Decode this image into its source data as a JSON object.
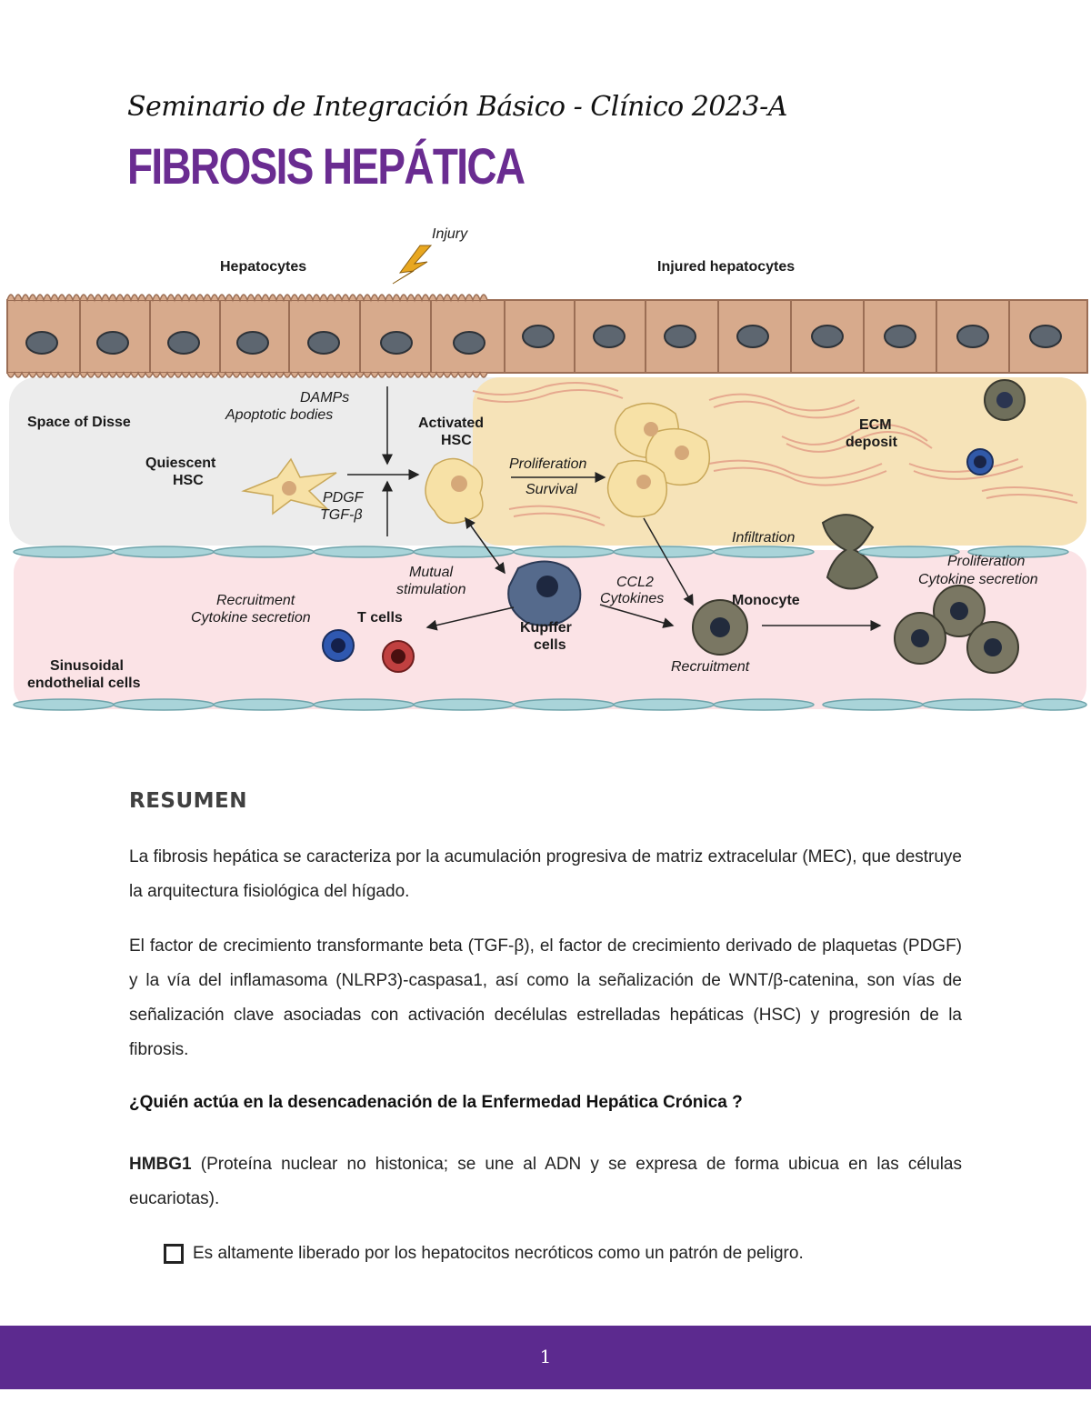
{
  "header": {
    "subtitle": "Seminario de Integración Básico - Clínico 2023-A",
    "title": "FIBROSIS HEPÁTICA"
  },
  "figure": {
    "injury": "Injury",
    "hepatocytes": "Hepatocytes",
    "injured_hepatocytes": "Injured hepatocytes",
    "space_of_disse": "Space of Disse",
    "damps": "DAMPs",
    "apoptotic_bodies": "Apoptotic bodies",
    "activated_hsc_1": "Activated",
    "activated_hsc_2": "HSC",
    "quiescent_hsc_1": "Quiescent",
    "quiescent_hsc_2": "HSC",
    "proliferation": "Proliferation",
    "survival": "Survival",
    "pdgf": "PDGF",
    "tgf": "TGF-β",
    "ecm_1": "ECM",
    "ecm_2": "deposit",
    "infiltration": "Infiltration",
    "proliferation_right": "Proliferation",
    "cytokine_secretion_right": "Cytokine secretion",
    "mutual_1": "Mutual",
    "mutual_2": "stimulation",
    "ccl2": "CCL2",
    "cytokines": "Cytokines",
    "monocyte": "Monocyte",
    "recruitment_left": "Recruitment",
    "cytokine_secretion_left": "Cytokine secretion",
    "t_cells": "T cells",
    "kupffer_1": "Kupffer",
    "kupffer_2": "cells",
    "recruitment_mid": "Recruitment",
    "sinusoidal_1": "Sinusoidal",
    "sinusoidal_2": "endothelial cells"
  },
  "body": {
    "heading": "RESUMEN",
    "p1": "La fibrosis hepática se caracteriza por la acumulación progresiva de matriz extracelular (MEC), que destruye la arquitectura fisiológica del hígado.",
    "p2": "El factor de crecimiento transformante beta (TGF-β), el factor de crecimiento derivado de plaquetas (PDGF) y la vía del inflamasoma (NLRP3)-caspasa1, así como la señalización de WNT/β-catenina, son vías de señalización clave asociadas con activación decélulas estrelladas hepáticas (HSC) y progresión de la fibrosis.",
    "question": "¿Quién actúa en la desencadenación de la Enfermedad Hepática Crónica ?",
    "p3_bold": "HMBG1",
    "p3_rest": " (Proteína nuclear no histonica; se une al ADN y se expresa de forma ubicua en las células eucariotas).",
    "bullet": "Es altamente liberado por los hepatocitos necróticos como un patrón de peligro."
  },
  "footer": {
    "page_number": "1"
  }
}
